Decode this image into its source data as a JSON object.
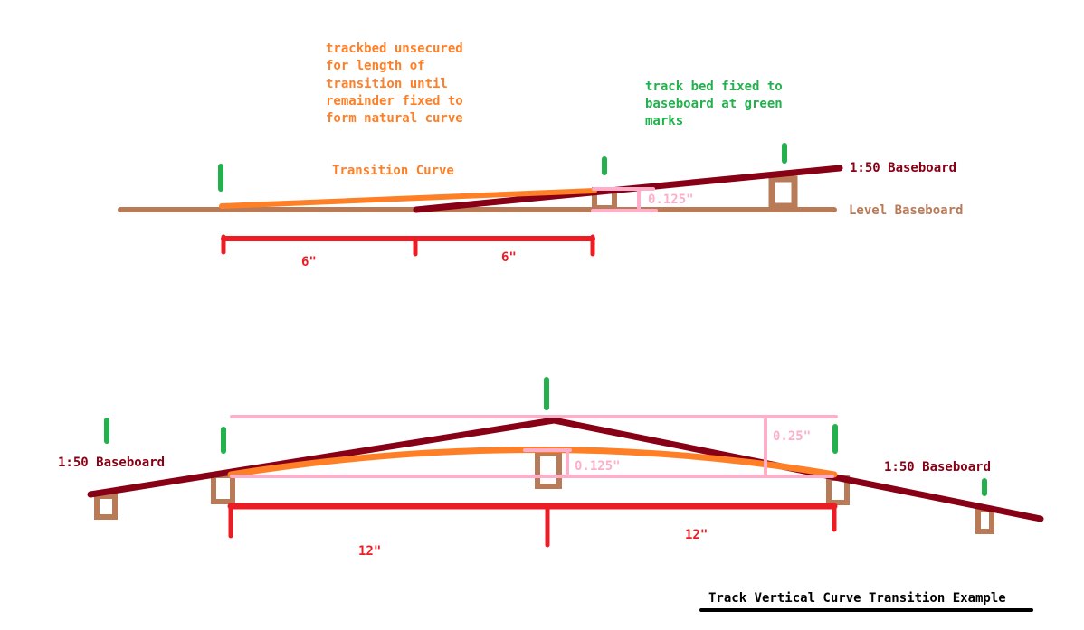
{
  "colors": {
    "baseboard_brown": "#b97a57",
    "incline_red": "#880015",
    "transition_orange": "#ff7f27",
    "fix_green": "#22b14c",
    "measure_pink": "#ffaec9",
    "ruler_red": "#ed1c24"
  },
  "top": {
    "note_unsecured": [
      "trackbed unsecured",
      "for length of",
      "transition until",
      "remainder fixed to",
      "form natural curve"
    ],
    "note_fixed": [
      "track bed fixed to",
      "baseboard at green",
      "marks"
    ],
    "transition_label": "Transition Curve",
    "incline_label": "1:50 Baseboard",
    "level_label": "Level Baseboard",
    "rise_label": "0.125\"",
    "ruler_labels": [
      "6\"",
      "6\""
    ]
  },
  "bottom": {
    "left_label": "1:50 Baseboard",
    "right_label": "1:50 Baseboard",
    "mid_rise_label": "0.125\"",
    "peak_rise_label": "0.25\"",
    "ruler_labels": [
      "12\"",
      "12\""
    ]
  },
  "title": "Track Vertical Curve Transition Example"
}
